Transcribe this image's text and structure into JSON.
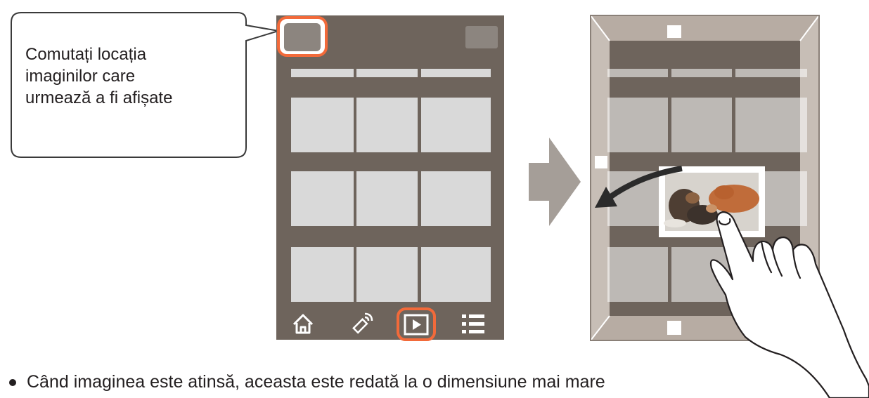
{
  "callout": {
    "lines": [
      "Comutați locația",
      "imaginilor care",
      "urmează a fi afișate"
    ]
  },
  "caption": "Când imaginea este atinsă, aceasta este redată la o dimensiune mai mare",
  "colors": {
    "screen_bg": "#6e645c",
    "thumb": "#d9d9d9",
    "highlight": "#f26a3a",
    "header_button": "#8c857f"
  },
  "icons": {
    "nav": [
      "home-icon",
      "wireless-icon",
      "playback-icon",
      "menu-icon"
    ],
    "arrow": "right-arrow-icon",
    "gesture": "swipe-arrow-icon"
  }
}
